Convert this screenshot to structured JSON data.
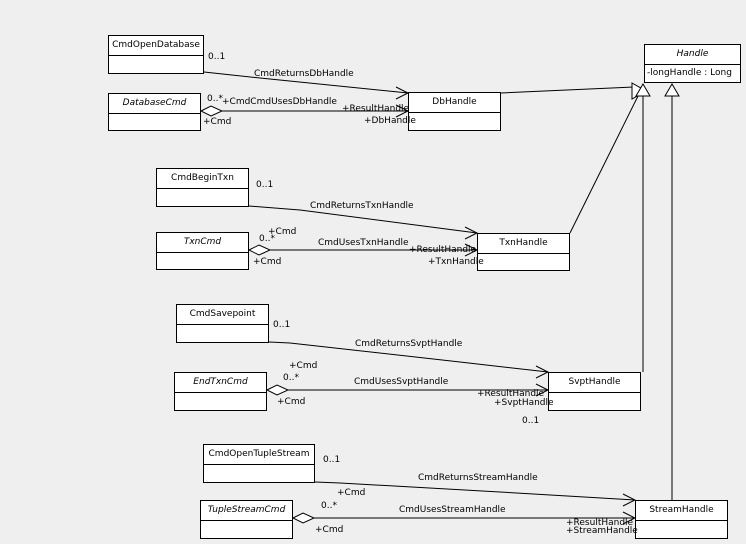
{
  "classes": {
    "handle": {
      "name": "Handle",
      "abstract": true,
      "attr": "-longHandle : Long"
    },
    "cmd_open_database": {
      "name": "CmdOpenDatabase"
    },
    "database_cmd": {
      "name": "DatabaseCmd"
    },
    "db_handle": {
      "name": "DbHandle"
    },
    "cmd_begin_txn": {
      "name": "CmdBeginTxn"
    },
    "txn_cmd": {
      "name": "TxnCmd"
    },
    "txn_handle": {
      "name": "TxnHandle"
    },
    "cmd_savepoint": {
      "name": "CmdSavepoint"
    },
    "end_txn_cmd": {
      "name": "EndTxnCmd"
    },
    "svpt_handle": {
      "name": "SvptHandle"
    },
    "cmd_open_tuple_stream": {
      "name": "CmdOpenTupleStream"
    },
    "tuple_stream_cmd": {
      "name": "TupleStreamCmd"
    },
    "stream_handle": {
      "name": "StreamHandle"
    }
  },
  "associations": {
    "db_returns": {
      "name": "CmdReturnsDbHandle",
      "mult": "0..1"
    },
    "db_uses": {
      "name": "+CmdCmdUsesDbHandle",
      "mult": "0..*",
      "src_role": "+Cmd",
      "tgt_role1": "+ResultHandle",
      "tgt_role2": "+DbHandle"
    },
    "txn_returns": {
      "name": "CmdReturnsTxnHandle",
      "mult": "0..1"
    },
    "txn_uses": {
      "name": "CmdUsesTxnHandle",
      "mult": "0..*",
      "src_role_top": "+Cmd",
      "src_role": "+Cmd",
      "tgt_role1": "+ResultHandle",
      "tgt_role2": "+TxnHandle"
    },
    "svpt_returns": {
      "name": "CmdReturnsSvptHandle",
      "mult": "0..1"
    },
    "svpt_uses": {
      "name": "CmdUsesSvptHandle",
      "mult": "0..*",
      "src_role_top": "+Cmd",
      "src_role": "+Cmd",
      "tgt_role1": "+ResultHandle",
      "tgt_role2": "+SvptHandle",
      "tgt_mult": "0..1"
    },
    "stream_returns": {
      "name": "CmdReturnsStreamHandle",
      "mult": "0..1",
      "src_role": "+Cmd"
    },
    "stream_uses": {
      "name": "CmdUsesStreamHandle",
      "mult": "0..*",
      "src_role": "+Cmd",
      "tgt_role1": "+ResultHandle",
      "tgt_role2": "+StreamHandle"
    }
  }
}
